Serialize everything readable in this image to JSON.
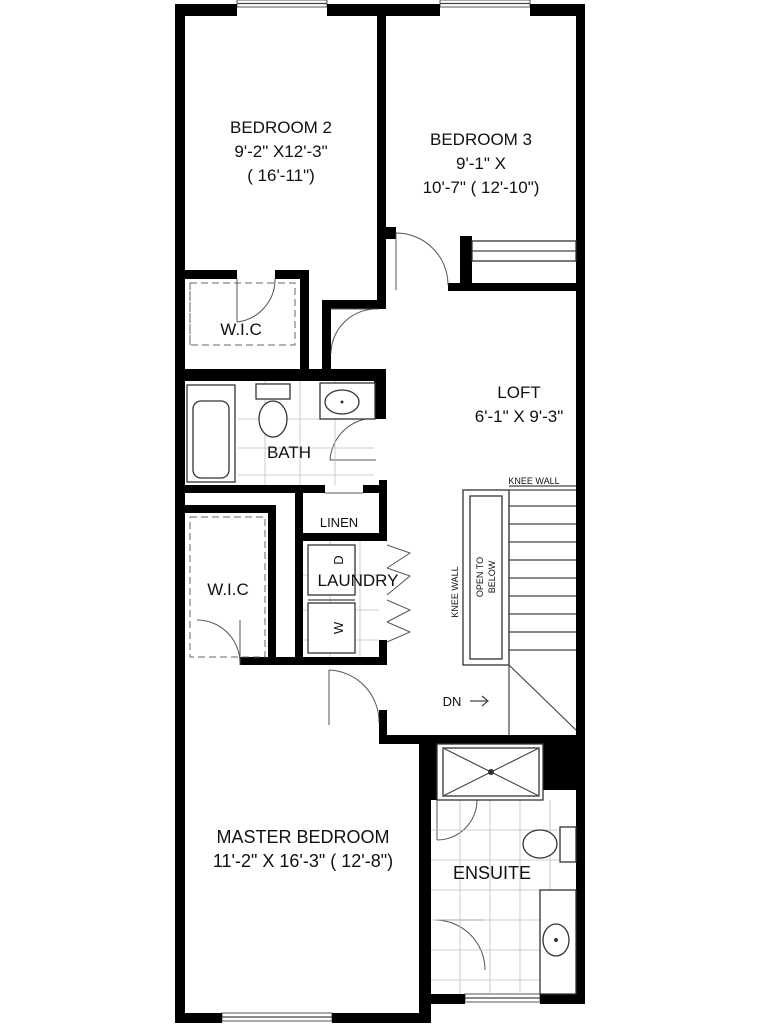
{
  "rooms": {
    "bedroom2": {
      "name": "BEDROOM 2",
      "dim1": "9'-2\" X12'-3\"",
      "dim2": "( 16'-11\")"
    },
    "bedroom3": {
      "name": "BEDROOM 3",
      "dim1": "9'-1\" X",
      "dim2": "10'-7\"  ( 12'-10\")"
    },
    "wic_upper": {
      "name": "W.I.C"
    },
    "loft": {
      "name": "LOFT",
      "dim": "6'-1\" X 9'-3\""
    },
    "bath": {
      "name": "BATH"
    },
    "linen": {
      "name": "LINEN"
    },
    "laundry": {
      "name": "LAUNDRY",
      "dryer": "D",
      "washer": "W"
    },
    "wic_lower": {
      "name": "W.I.C"
    },
    "master": {
      "name": "MASTER BEDROOM",
      "dim": "11'-2\" X 16'-3\"  ( 12'-8\")"
    },
    "ensuite": {
      "name": "ENSUITE"
    }
  },
  "stair": {
    "knee_wall_top": "KNEE WALL",
    "knee_wall_side": "KNEE WALL",
    "open_to_below_1": "OPEN TO",
    "open_to_below_2": "BELOW",
    "down": "DN"
  },
  "colors": {
    "wall": "#000000",
    "background": "#ffffff",
    "tile": "#bfbfbf"
  }
}
